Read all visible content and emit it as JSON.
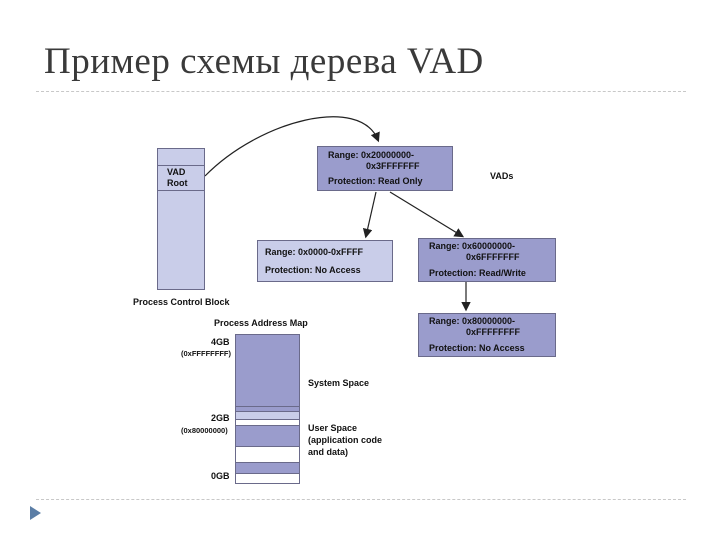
{
  "slide": {
    "title": "Пример схемы дерева VAD"
  },
  "pcb": {
    "root_label_1": "VAD",
    "root_label_2": "Root",
    "caption": "Process Control Block"
  },
  "vads_label": "VADs",
  "vad_nodes": {
    "root": {
      "range_1": "Range:  0x20000000-",
      "range_2": "0x3FFFFFFF",
      "protection": "Protection: Read Only"
    },
    "left": {
      "range_1": "Range:  0x0000-0xFFFF",
      "protection": "Protection:  No Access"
    },
    "right": {
      "range_1": "Range:  0x60000000-",
      "range_2": "0x6FFFFFFF",
      "protection": "Protection: Read/Write"
    },
    "bottom": {
      "range_1": "Range:  0x80000000-",
      "range_2": "0xFFFFFFFF",
      "protection": "Protection: No Access"
    }
  },
  "address_map": {
    "title": "Process Address Map",
    "label_4gb": "4GB",
    "hex_4gb": "(0xFFFFFFFF)",
    "label_2gb": "2GB",
    "hex_2gb": "(0x80000000)",
    "label_0gb": "0GB",
    "system_space": "System Space",
    "user_space_1": "User Space",
    "user_space_2": "(application code",
    "user_space_3": "and data)"
  },
  "colors": {
    "box_fill": "#9a9ccc",
    "box_fill_light": "#c9cde9",
    "nav_arrow": "#5b7ea6"
  },
  "icons": {
    "nav": "play-arrow-icon"
  }
}
